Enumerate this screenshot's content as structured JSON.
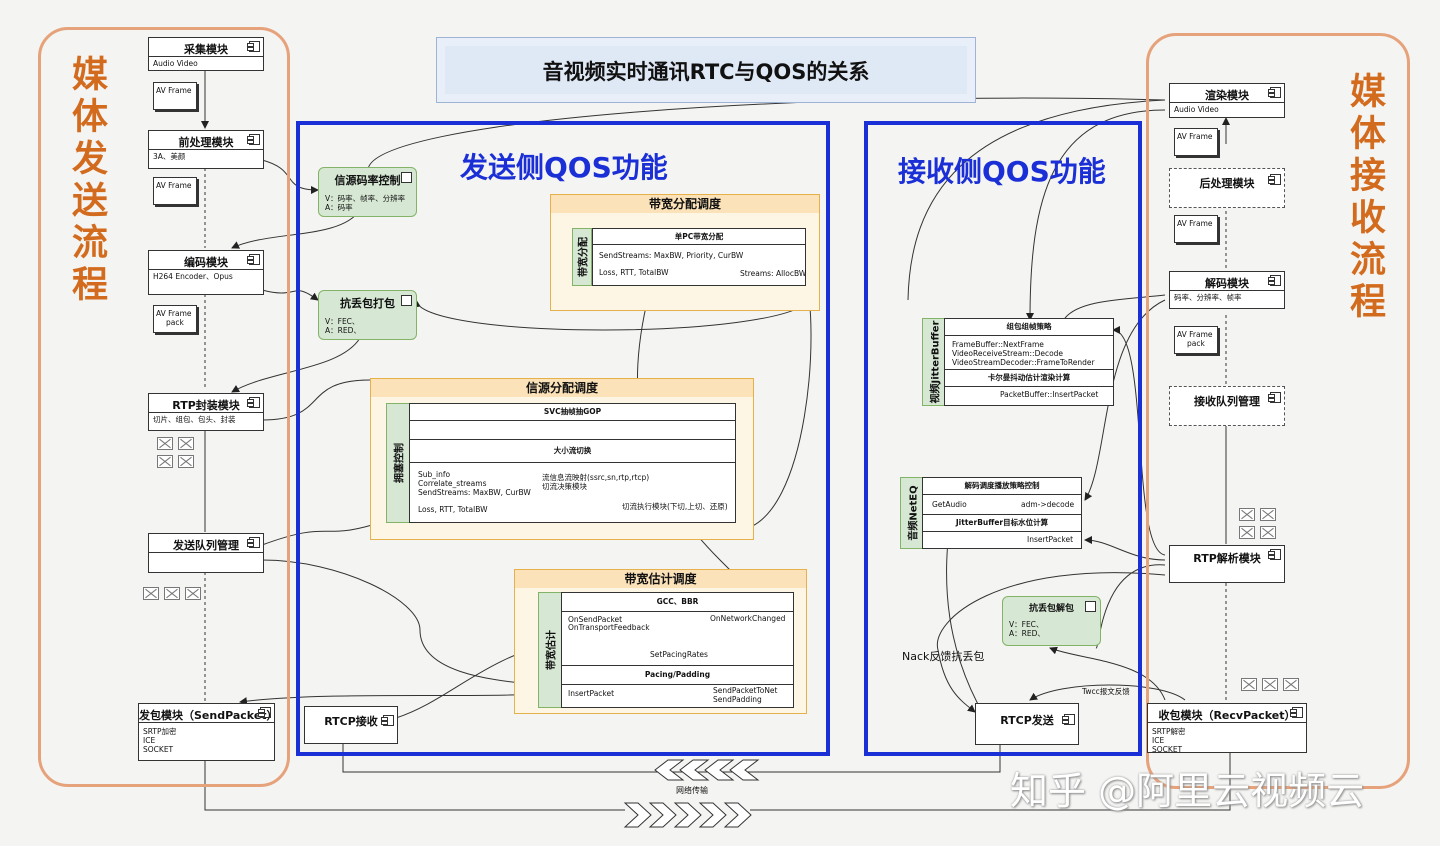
{
  "title": "音视频实时通讯RTC与QOS的关系",
  "left_side": {
    "title": "媒体发送流程"
  },
  "right_side": {
    "title": "媒体接收流程"
  },
  "send_qos": {
    "title": "发送侧QOS功能"
  },
  "recv_qos": {
    "title": "接收侧QOS功能"
  },
  "send_modules": {
    "capture": {
      "name": "采集模块",
      "sub": "Audio Video"
    },
    "preprocess": {
      "name": "前处理模块",
      "sub": "3A、美颜"
    },
    "encode": {
      "name": "编码模块",
      "sub": "H264 Encoder、Opus"
    },
    "rtp_pack": {
      "name": "RTP封装模块",
      "sub": "切片、组包、包头、封装"
    },
    "send_queue": {
      "name": "发送队列管理"
    },
    "send_packet": {
      "name": "发包模块（SendPacket）",
      "sub1": "SRTP加密",
      "sub2": "ICE",
      "sub3": "SOCKET"
    }
  },
  "frames": {
    "av_frame": "AV Frame",
    "av_frame_pack_1": "AV Frame",
    "av_frame_pack_2": "pack"
  },
  "send_qos_modules": {
    "rate_ctrl": {
      "name": "信源码率控制",
      "sub1": "V：码率、帧率、分辨率",
      "sub2": "A：码率"
    },
    "fec": {
      "name": "抗丢包打包",
      "sub1": "V：FEC、",
      "sub2": "A：RED、"
    },
    "rtcp_recv": {
      "name": "RTCP接收"
    }
  },
  "bw_alloc": {
    "header": "带宽分配调度",
    "side": "带宽分配",
    "table_title": "单PC带宽分配",
    "line1": "SendStreams: MaxBW, Priority, CurBW",
    "line2": "Loss, RTT, TotalBW",
    "line3": "Streams: AllocBW"
  },
  "src_alloc": {
    "header": "信源分配调度",
    "side": "拥塞控制",
    "row1": "SVC抽帧抽GOP",
    "row2": "大小流切换",
    "l1": "Sub_info",
    "l2": "Correlate_streams",
    "l3": "SendStreams: MaxBW, CurBW",
    "l4": "Loss, RTT, TotalBW",
    "r1": "流信息流映射(ssrc,sn,rtp,rtcp)",
    "r2": "切流决策模块",
    "r3": "切流执行模块(下切,上切、还原)"
  },
  "bw_est": {
    "header": "带宽估计调度",
    "side": "带宽估计",
    "row1": "GCC、BBR",
    "l1": "OnSendPacket",
    "l2": "OnTransportFeedback",
    "r1": "OnNetworkChanged",
    "mid": "SetPacingRates",
    "row3": "Pacing/Padding",
    "b1": "InsertPacket",
    "b2": "SendPacketToNet",
    "b3": "SendPadding"
  },
  "recv_qos_modules": {
    "jitter_side": "视频JitterBuffer",
    "jitter_title": "组包组帧策略",
    "j1": "FrameBuffer::NextFrame",
    "j2": "VideoReceiveStream::Decode",
    "j3": "VideoStreamDecoder::FrameToRender",
    "j4": "卡尔曼抖动估计渲染计算",
    "j5": "PacketBuffer::InsertPacket",
    "neteq_side": "音频NetEQ",
    "n1": "解码调度播放策略控制",
    "n2": "GetAudio",
    "n3": "adm->decode",
    "n4": "JitterBuffer目标水位计算",
    "n5": "InsertPacket",
    "fec_dec": {
      "name": "抗丢包解包",
      "sub1": "V：FEC、",
      "sub2": "A：RED、"
    },
    "nack": "Nack反馈抗丢包",
    "twcc": "Twcc报文反馈",
    "rtcp_send": {
      "name": "RTCP发送"
    }
  },
  "recv_modules": {
    "render": {
      "name": "渲染模块",
      "sub": "Audio Video"
    },
    "postprocess": {
      "name": "后处理模块"
    },
    "decode": {
      "name": "解码模块",
      "sub": "码率、分辨率、帧率"
    },
    "recv_queue": {
      "name": "接收队列管理"
    },
    "rtp_parse": {
      "name": "RTP解析模块"
    },
    "recv_packet": {
      "name": "收包模块（RecvPacket）",
      "sub1": "SRTP解密",
      "sub2": "ICE",
      "sub3": "SOCKET"
    }
  },
  "network": {
    "label": "网络传输"
  },
  "watermark": "知乎 @阿里云视频云"
}
